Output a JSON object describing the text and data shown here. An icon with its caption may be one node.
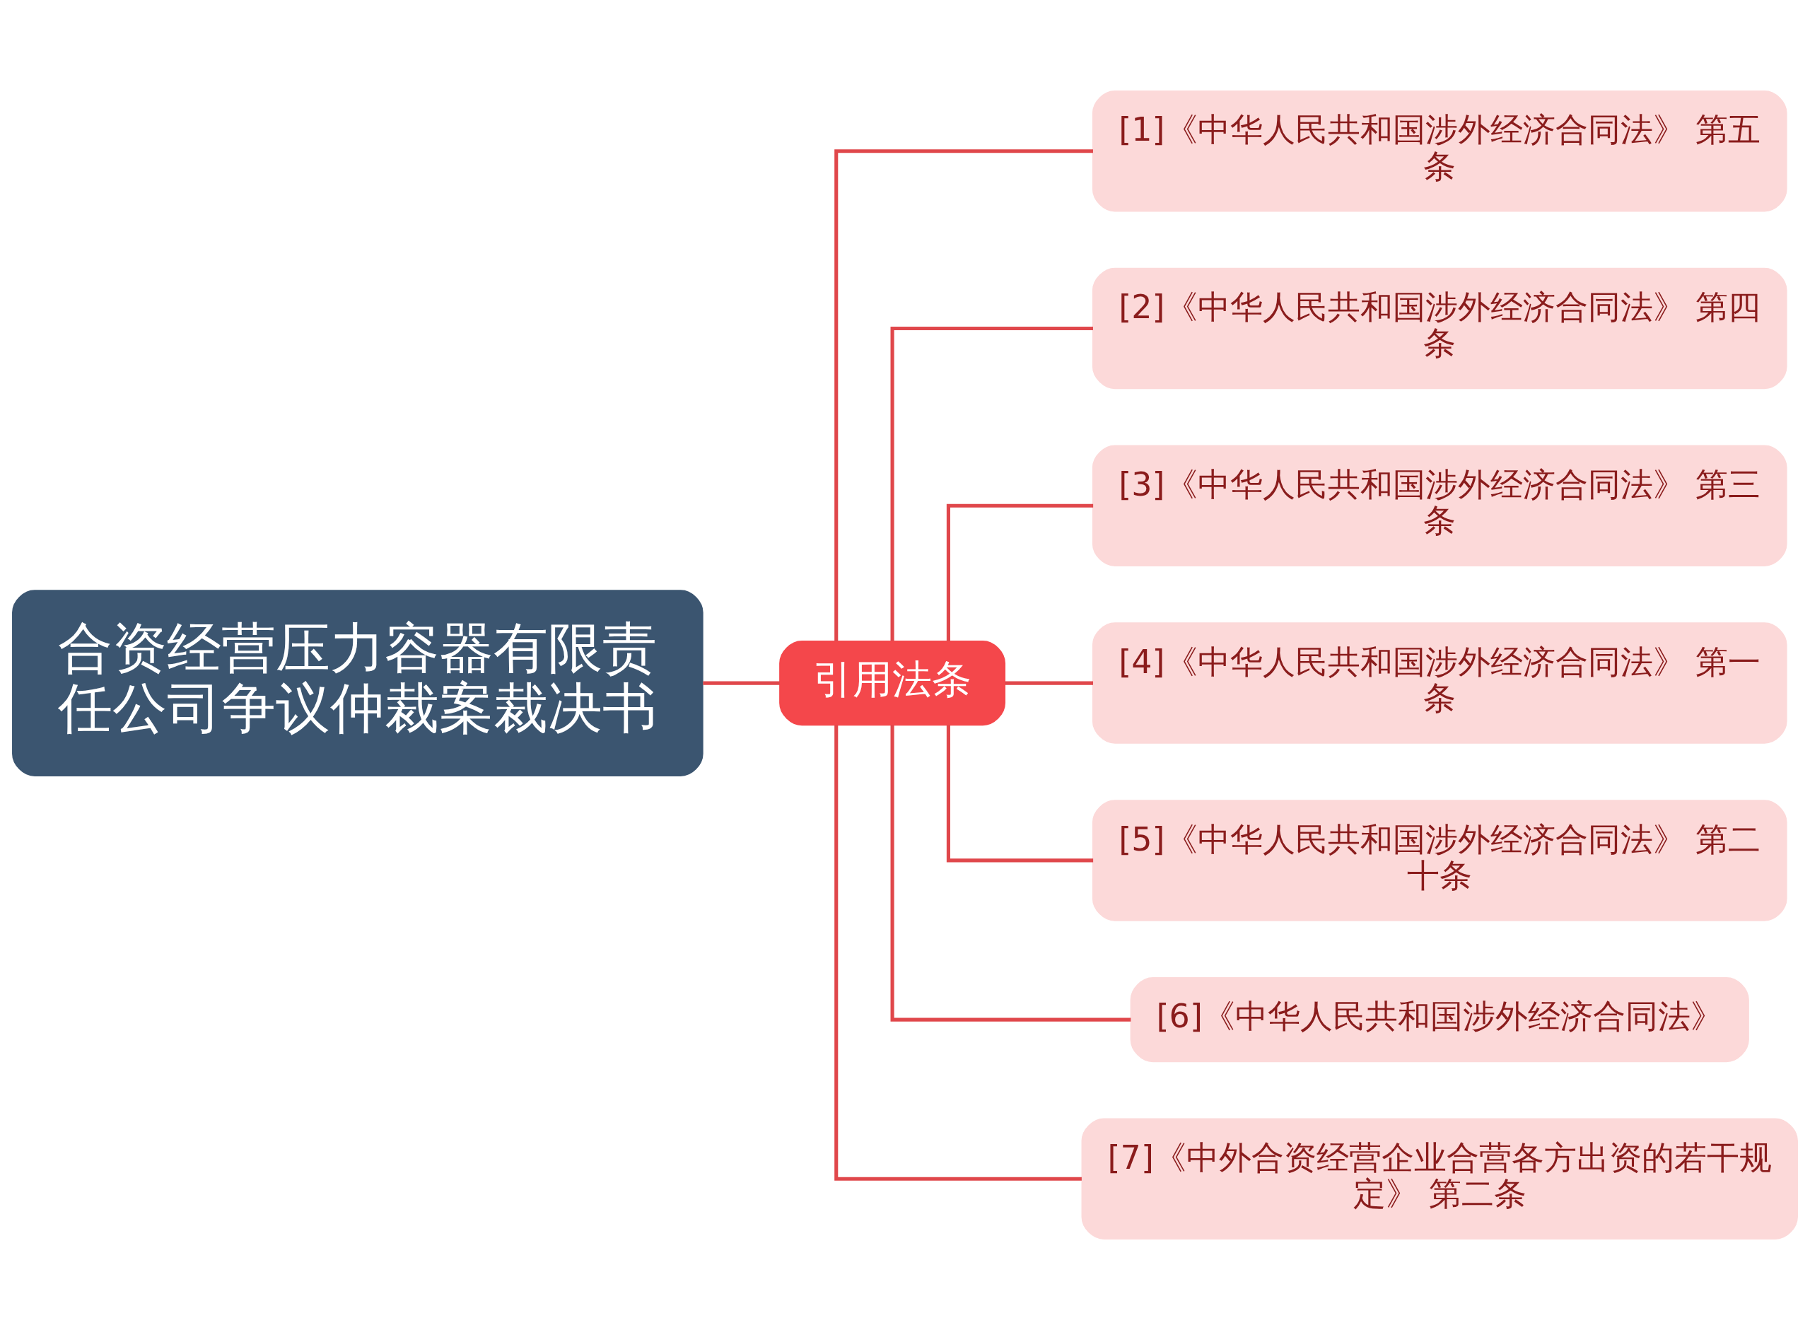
{
  "diagram": {
    "nodes": [
      {
        "text": [
          "合资经营压力容器有限责任公司争议仲裁案裁决书"
        ]
      },
      {
        "text": [
          "引用法条"
        ]
      },
      {
        "text": [
          "[1]《中华人民共和国涉外经济合同法》 第五条"
        ]
      },
      {
        "text": [
          "[2]《中华人民共和国涉外经济合同法》 第四条"
        ]
      },
      {
        "text": [
          "[3]《中华人民共和国涉外经济合同法》 第三条"
        ]
      },
      {
        "text": [
          "[4]《中华人民共和国涉外经济合同法》 第一条"
        ]
      },
      {
        "text": [
          "[5]《中华人民共和国涉外经济合同法》 第二十条"
        ]
      },
      {
        "text": [
          "[6]《中华人民共和国涉外经济合同法》"
        ]
      },
      {
        "text": [
          "[7]《中外合资经营企业合营各方出资的若干规定》 第二条"
        ]
      }
    ],
    "edges": [
      {
        "from": 0,
        "to": 1,
        "arrow": "none"
      },
      {
        "from": 1,
        "to": 2,
        "arrow": "none"
      },
      {
        "from": 1,
        "to": 3,
        "arrow": "none"
      },
      {
        "from": 1,
        "to": 4,
        "arrow": "none"
      },
      {
        "from": 1,
        "to": 5,
        "arrow": "none"
      },
      {
        "from": 1,
        "to": 6,
        "arrow": "none"
      },
      {
        "from": 1,
        "to": 7,
        "arrow": "none"
      },
      {
        "from": 1,
        "to": 8,
        "arrow": "none"
      }
    ]
  }
}
